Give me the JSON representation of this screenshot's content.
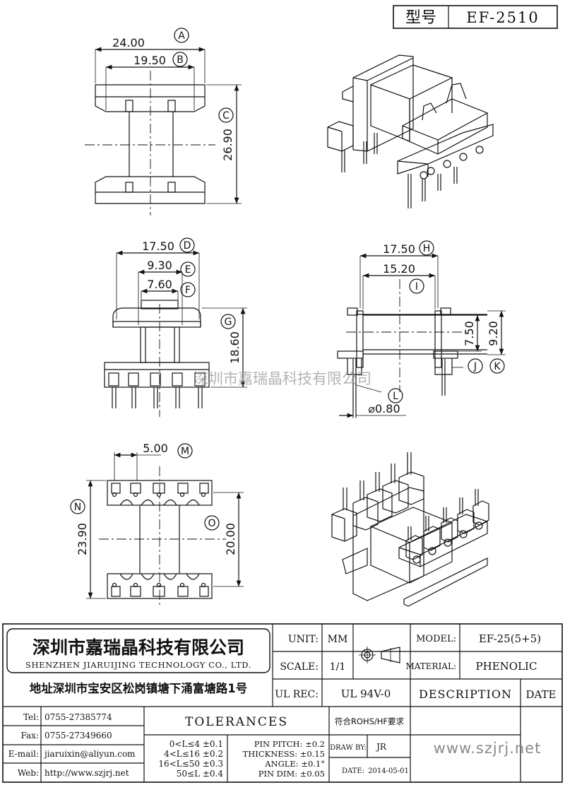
{
  "header": {
    "type_label": "型号",
    "model_code": "EF-2510"
  },
  "top_view": {
    "dim_a_value": "24.00",
    "dim_a_ref": "A",
    "dim_b_value": "19.50",
    "dim_b_ref": "B",
    "dim_c_value": "26.90",
    "dim_c_ref": "C"
  },
  "front_view": {
    "dim_d_value": "17.50",
    "dim_d_ref": "D",
    "dim_e_value": "9.30",
    "dim_e_ref": "E",
    "dim_f_value": "7.60",
    "dim_f_ref": "F",
    "dim_g_value": "18.60",
    "dim_g_ref": "G"
  },
  "side_view": {
    "dim_h_value": "17.50",
    "dim_h_ref": "H",
    "dim_i_value": "15.20",
    "dim_i_ref": "I",
    "dim_750_value": "7.50",
    "dim_920_value": "9.20",
    "ref_j": "J",
    "ref_k": "K",
    "ref_l": "L",
    "pin_dia_value": "⌀0.80"
  },
  "bottom_view": {
    "dim_m_value": "5.00",
    "dim_m_ref": "M",
    "dim_n_value": "23.90",
    "dim_n_ref": "N",
    "dim_o_value": "20.00",
    "dim_o_ref": "O"
  },
  "watermark": "深圳市嘉瑞晶科技有限公司",
  "title_block": {
    "company_cn": "深圳市嘉瑞晶科技有限公司",
    "company_en": "SHENZHEN JIARUIJING TECHNOLOGY CO., LTD.",
    "address": "地址深圳市宝安区松岗镇塘下涌富塘路1号",
    "unit_label": "UNIT:",
    "unit_value": "MM",
    "scale_label": "SCALE:",
    "scale_value": "1/1",
    "ulrec_label": "UL REC:",
    "ulrec_value": "UL 94V-0",
    "model_label": "MODEL:",
    "model_value": "EF-25(5+5)",
    "material_label": "MATERIAL:",
    "material_value": "PHENOLIC",
    "description_label": "DESCRIPTION",
    "date_label": "DATE",
    "tel_label": "Tel:",
    "tel_value": "0755-27385774",
    "fax_label": "Fax:",
    "fax_value": "0755-27349660",
    "email_label": "E-mail:",
    "email_value": "jiaruixin@aliyun.com",
    "web_label": "Web:",
    "web_value": "http://www.szjrj.net",
    "tolerances_label": "TOLERANCES",
    "tol_1": "0<L≤4 ±0.1",
    "tol_2": "4<L≤16 ±0.2",
    "tol_3": "16<L≤50 ±0.3",
    "tol_4": "50≤L ±0.4",
    "pin_pitch": "PIN PITCH: ±0.2",
    "thickness": "THICKNESS: ±0.15",
    "angle": "ANGLE: ±0.1°",
    "pin_dim": "PIN DIM: ±0.05",
    "rohs": "符合ROHS/HF要求",
    "drawby_label": "DRAW BY:",
    "drawby_value": "JR",
    "date_value_label": "DATE:",
    "date_value": "2014-05-01",
    "website_big": "www.szjrj.net"
  }
}
